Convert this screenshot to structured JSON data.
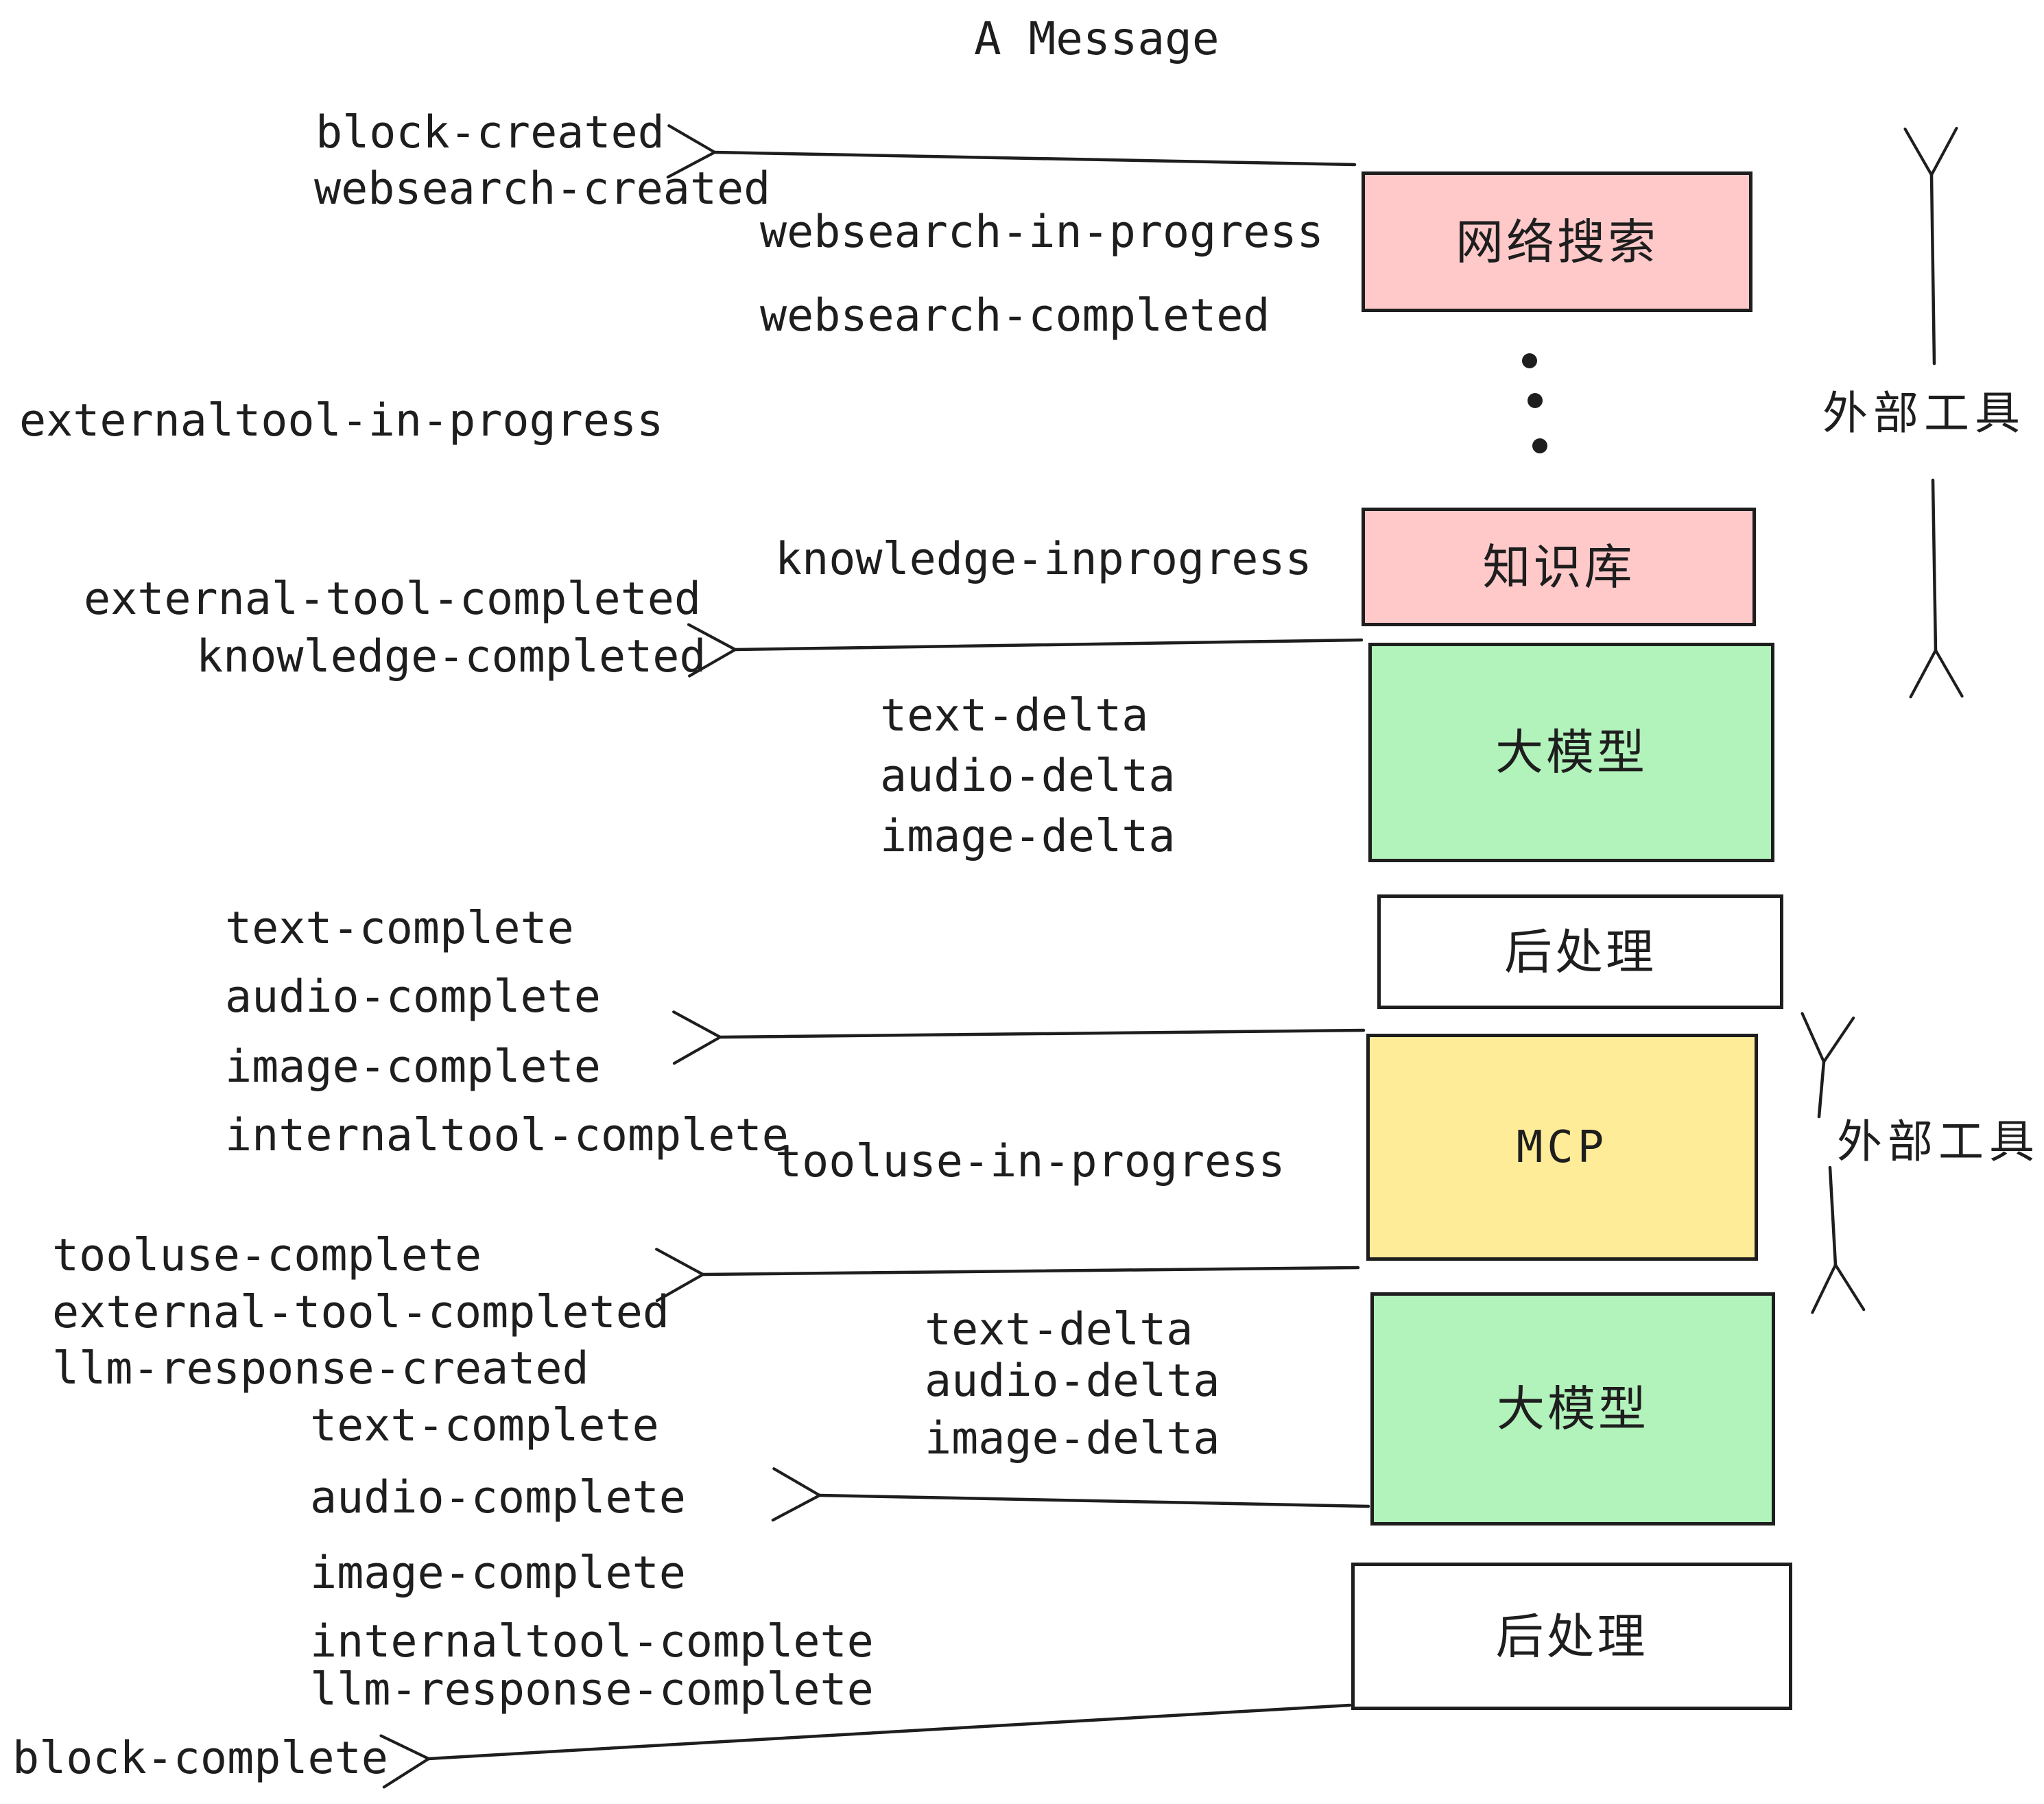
{
  "title": "A Message",
  "colors": {
    "ink": "#1e1e1e",
    "pink_fill": "#ffc9c9",
    "green_fill": "#b2f2bb",
    "yellow_fill": "#ffec99",
    "white_fill": "#ffffff"
  },
  "boxes": {
    "websearch": "网络搜索",
    "knowledge": "知识库",
    "llm": "大模型",
    "post_process": "后处理",
    "mcp": "MCP"
  },
  "side_label": "外部工具",
  "events": {
    "block_created": "block-created",
    "websearch_created": "websearch-created",
    "websearch_in_progress": "websearch-in-progress",
    "websearch_completed": "websearch-completed",
    "externaltool_in_progress": "externaltool-in-progress",
    "knowledge_inprogress": "knowledge-inprogress",
    "external_tool_completed": "external-tool-completed",
    "knowledge_completed": "knowledge-completed",
    "text_delta": "text-delta",
    "audio_delta": "audio-delta",
    "image_delta": "image-delta",
    "text_complete": "text-complete",
    "audio_complete": "audio-complete",
    "image_complete": "image-complete",
    "internaltool_complete": "internaltool-complete",
    "tooluse_in_progress": "tooluse-in-progress",
    "tooluse_complete": "tooluse-complete",
    "llm_response_created": "llm-response-created",
    "llm_response_complete": "llm-response-complete",
    "block_complete": "block-complete"
  }
}
